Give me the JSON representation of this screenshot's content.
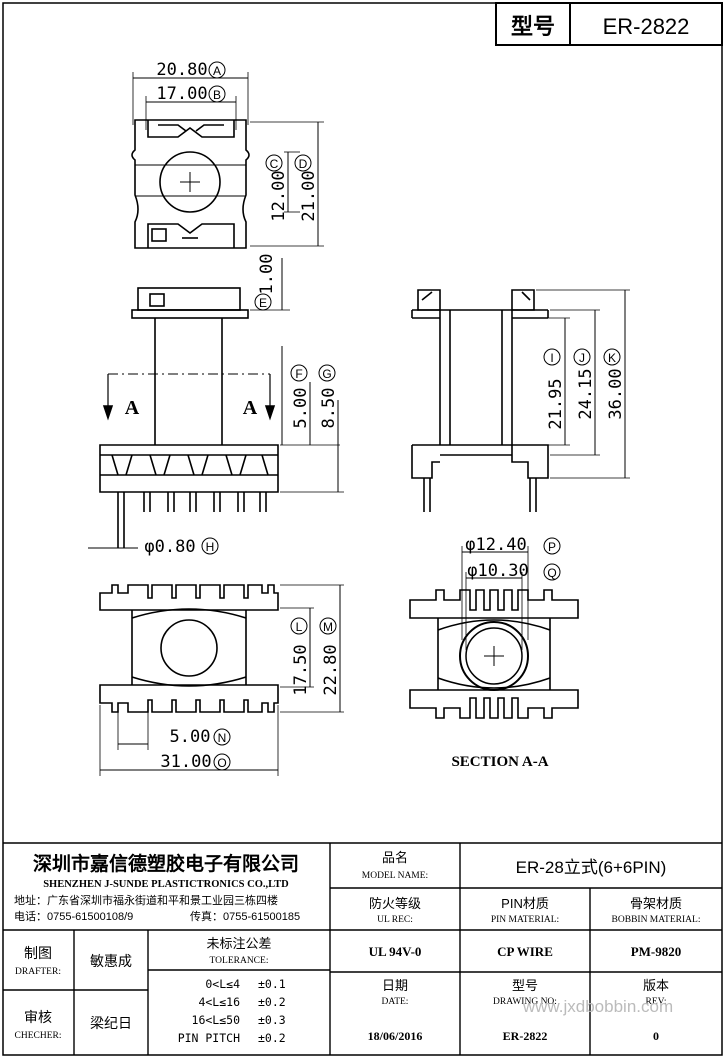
{
  "header": {
    "type_label": "型号",
    "type_value": "ER-2822"
  },
  "dimensions": {
    "A": {
      "value": "20.80",
      "tag": "A"
    },
    "B": {
      "value": "17.00",
      "tag": "B"
    },
    "C": {
      "value": "12.00",
      "tag": "C"
    },
    "D": {
      "value": "21.00",
      "tag": "D"
    },
    "E": {
      "value": "1.00",
      "tag": "E"
    },
    "F": {
      "value": "5.00",
      "tag": "F"
    },
    "G": {
      "value": "8.50",
      "tag": "G"
    },
    "H": {
      "value": "φ0.80",
      "tag": "H"
    },
    "I": {
      "value": "21.95",
      "tag": "I"
    },
    "J": {
      "value": "24.15",
      "tag": "J"
    },
    "K": {
      "value": "36.00",
      "tag": "K"
    },
    "L": {
      "value": "17.50",
      "tag": "L"
    },
    "M": {
      "value": "22.80",
      "tag": "M"
    },
    "N": {
      "value": "5.00",
      "tag": "N"
    },
    "O": {
      "value": "31.00",
      "tag": "O"
    },
    "P": {
      "value": "φ12.40",
      "tag": "P"
    },
    "Q": {
      "value": "φ10.30",
      "tag": "Q"
    }
  },
  "section_marks": {
    "left": "A",
    "right": "A"
  },
  "section_title": "SECTION A-A",
  "company": {
    "name_cn": "深圳市嘉信德塑胶电子有限公司",
    "name_en": "SHENZHEN J-SUNDE PLASTICTRONICS CO.,LTD",
    "address": "地址：广东省深圳市福永街道和平和景工业园三栋四楼",
    "phone": "电话：0755-61500108/9",
    "fax": "传真：0755-61500185"
  },
  "title_block": {
    "model_name_cn": "品名",
    "model_name_en": "MODEL NAME:",
    "model_value": "ER-28立式(6+6PIN)",
    "ul_rec_cn": "防火等级",
    "ul_rec_en": "UL REC:",
    "pin_material_cn": "PIN材质",
    "pin_material_en": "PIN MATERIAL:",
    "bobbin_material_cn": "骨架材质",
    "bobbin_material_en": "BOBBIN MATERIAL:",
    "ul_value": "UL 94V-0",
    "pin_value": "CP WIRE",
    "bobbin_value": "PM-9820",
    "drafter_cn": "制图",
    "drafter_en": "DRAFTER:",
    "drafter_name": "敏惠成",
    "tolerance_cn": "未标注公差",
    "tolerance_en": "TOLERANCE:",
    "tolerances": [
      {
        "range": "0<L≤4",
        "value": "±0.1"
      },
      {
        "range": "4<L≤16",
        "value": "±0.2"
      },
      {
        "range": "16<L≤50",
        "value": "±0.3"
      },
      {
        "range": "PIN PITCH",
        "value": "±0.2"
      }
    ],
    "checker_cn": "审核",
    "checker_en": "CHECHER:",
    "checker_name": "梁纪日",
    "date_cn": "日期",
    "date_en": "DATE:",
    "date_value": "18/06/2016",
    "drawing_no_cn": "型号",
    "drawing_no_en": "DRAWING NO:",
    "drawing_no_value": "ER-2822",
    "rev_cn": "版本",
    "rev_en": "REV:",
    "rev_value": "0"
  },
  "watermark": "www.jxdbobbin.com"
}
